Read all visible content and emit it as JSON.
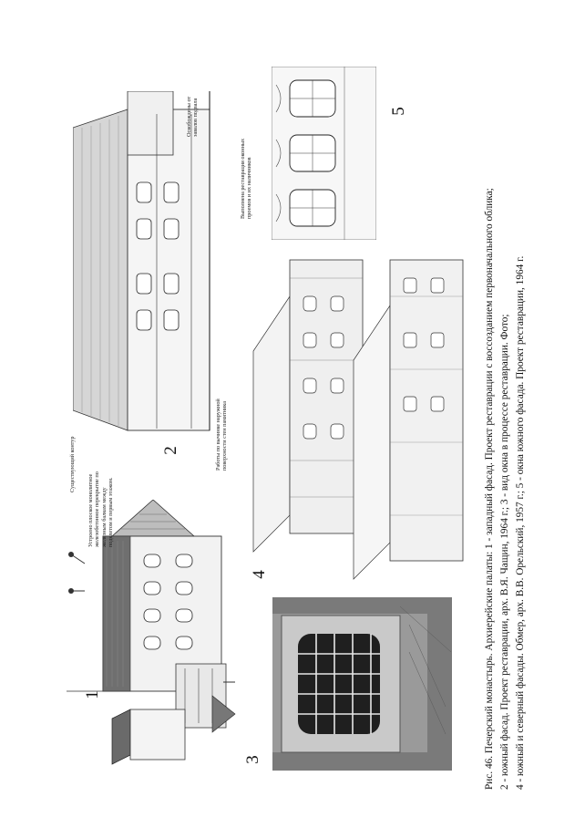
{
  "caption": {
    "line1": "Рис. 46. Печерский монастырь. Архиерейские палаты: 1 - западный фасад. Проект реставрации с воссозданием первоначального облика;",
    "line2": "2 - южный фасад. Проект реставрации, арх. В.Я. Чащин, 1964 г.; 3 - вид окна в процессе реставрации. Фото;",
    "line3": "4 - южный и северный фасады. Обмер, арх. В.В. Орельский, 1957 г.; 5 - окна южного фасада. Проект реставрации, 1964 г."
  },
  "labels": {
    "n1": "1",
    "n2": "2",
    "n3": "3",
    "n4": "4",
    "n5": "5"
  },
  "annotations": {
    "existing_contour": "Существующий контур",
    "floor_note_l1": "Устроено плоское монолитное",
    "floor_note_l2": "железобетонное перекрытие по",
    "floor_note_l3": "железным балкам между",
    "floor_note_l4": "подклетом и первым этажом.",
    "outer_wall_l1": "Работы по вычинке наружной",
    "outer_wall_l2": "поверхности стен памятника",
    "basement_l1": "Освобождены от",
    "basement_l2": "завалов подвала",
    "windows_l1": "Выполнена реставрация оконных",
    "windows_l2": "проемов и их наличников"
  }
}
